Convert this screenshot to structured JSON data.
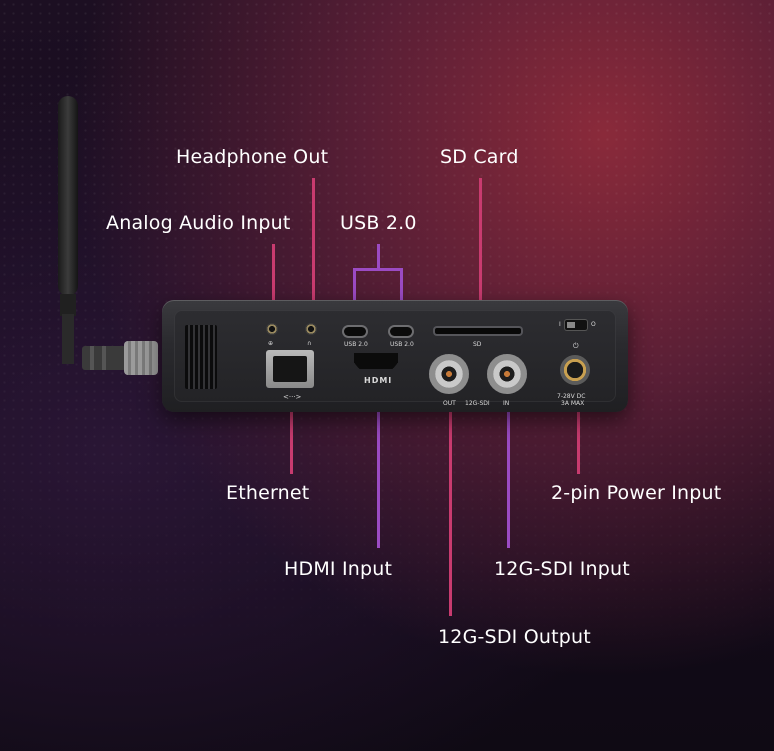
{
  "labels": {
    "headphone_out": "Headphone Out",
    "sd_card": "SD Card",
    "analog_audio_input": "Analog Audio Input",
    "usb": "USB 2.0",
    "ethernet": "Ethernet",
    "power_input": "2-pin Power Input",
    "hdmi_input": "HDMI Input",
    "sdi_input": "12G-SDI Input",
    "sdi_output": "12G-SDI Output"
  },
  "device_markings": {
    "usb_left": "USB 2.0",
    "usb_right": "USB 2.0",
    "hdmi": "HDMI",
    "sd": "SD",
    "bnc_out": "OUT",
    "bnc_mid": "12G-SDI",
    "bnc_in": "IN",
    "power_rating_1": "7-28V DC",
    "power_rating_2": "3A MAX",
    "switch_off": "I",
    "switch_on": "O",
    "ethernet_symbol": "<···>"
  },
  "colors": {
    "leader_pink": "#c83b6f",
    "leader_purple": "#9b4bc3",
    "text": "#ffffff"
  }
}
